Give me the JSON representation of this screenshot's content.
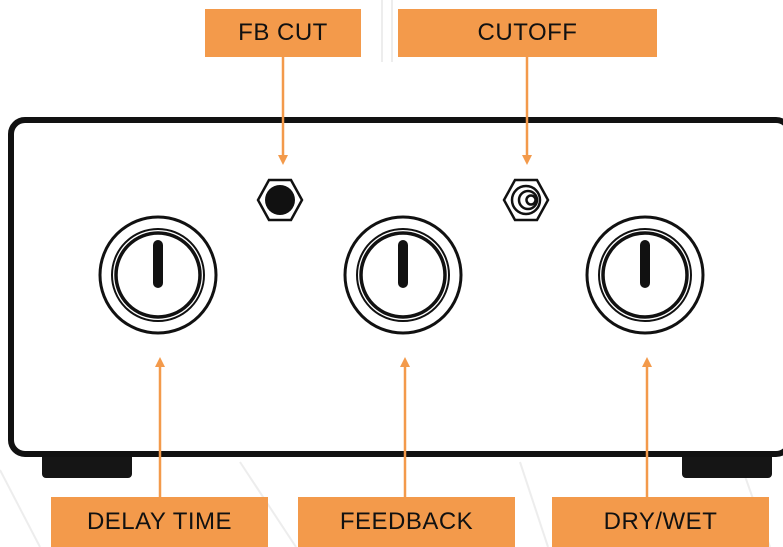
{
  "labels": {
    "fb_cut": "FB CUT",
    "cutoff": "CUTOFF",
    "delay_time": "DELAY TIME",
    "feedback": "FEEDBACK",
    "dry_wet": "DRY/WET"
  },
  "colors": {
    "accent": "#f39a4b",
    "outline": "#111111",
    "background": "#ffffff",
    "faint_decor": "#ededed"
  }
}
